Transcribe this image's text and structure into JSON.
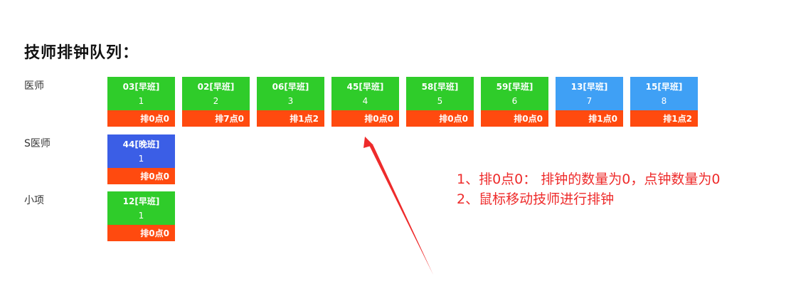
{
  "page": {
    "title": "技师排钟队列："
  },
  "groups": [
    {
      "label": "医师",
      "cards": [
        {
          "name": "03[早班]",
          "number": "1",
          "status": "排0点0",
          "color": "green"
        },
        {
          "name": "02[早班]",
          "number": "2",
          "status": "排7点0",
          "color": "green"
        },
        {
          "name": "06[早班]",
          "number": "3",
          "status": "排1点2",
          "color": "green"
        },
        {
          "name": "45[早班]",
          "number": "4",
          "status": "排0点0",
          "color": "green"
        },
        {
          "name": "58[早班]",
          "number": "5",
          "status": "排0点0",
          "color": "green"
        },
        {
          "name": "59[早班]",
          "number": "6",
          "status": "排0点0",
          "color": "green"
        },
        {
          "name": "13[早班]",
          "number": "7",
          "status": "排1点0",
          "color": "blue"
        },
        {
          "name": "15[早班]",
          "number": "8",
          "status": "排1点2",
          "color": "blue"
        }
      ]
    },
    {
      "label": "S医师",
      "cards": [
        {
          "name": "44[晚班]",
          "number": "1",
          "status": "排0点0",
          "color": "night"
        }
      ]
    },
    {
      "label": "小项",
      "cards": [
        {
          "name": "12[早班]",
          "number": "1",
          "status": "排0点0",
          "color": "green"
        }
      ]
    }
  ],
  "annotation": {
    "line1": "1、排0点0： 排钟的数量为0，点钟数量为0",
    "line2": "2、鼠标移动技师进行排钟"
  },
  "colors": {
    "green": "#2fcc2a",
    "blue": "#3fa0f5",
    "night": "#3b5ee6",
    "status": "#ff4a0f",
    "annotation": "#ee2b2b"
  }
}
